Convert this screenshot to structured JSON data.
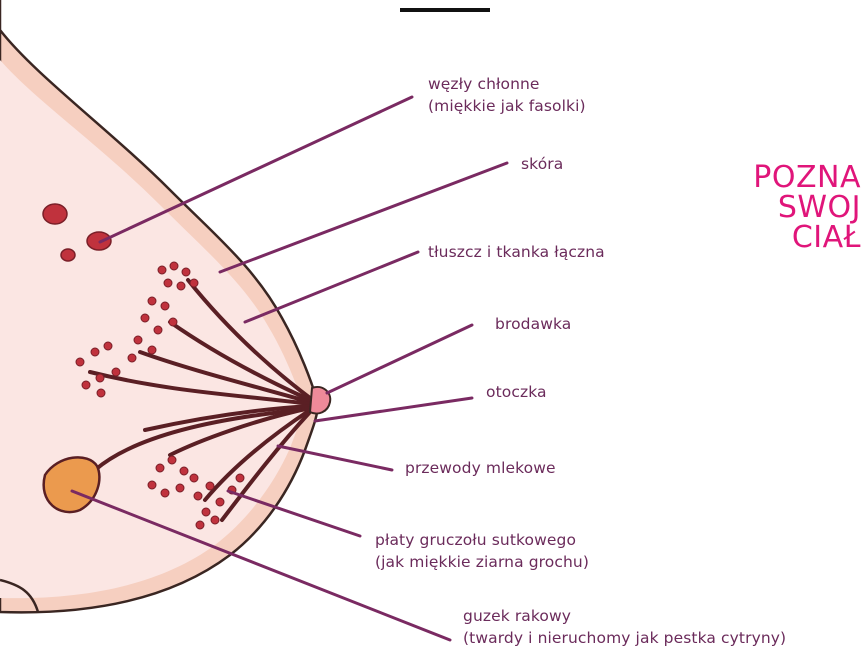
{
  "headline": {
    "line1": "POZNA",
    "line2": "SWOJ",
    "line3": "CIAŁ"
  },
  "labels": {
    "lymph_nodes": {
      "line1": "węzły chłonne",
      "line2": "(miękkie jak fasolki)"
    },
    "skin": "skóra",
    "fat": "tłuszcz i tkanka łączna",
    "nipple": "brodawka",
    "areola": "otoczka",
    "ducts": "przewody mlekowe",
    "lobes": {
      "line1": "płaty gruczołu sutkowego",
      "line2": "(jak miękkie ziarna grochu)"
    },
    "tumor": {
      "line1": "guzek rakowy",
      "line2": "(twardy i nieruchomy jak pestka cytryny)"
    }
  },
  "colors": {
    "label_text": "#6b2b5b",
    "leader_line": "#7a2a62",
    "headline": "#e0157a",
    "skin_fill": "#f6cfc0",
    "tissue_fill": "#fbe6e3",
    "duct": "#5a1f24",
    "lobule": "#c0323d",
    "tumor": "#eb9a4e",
    "nipple": "#ee8a99"
  }
}
